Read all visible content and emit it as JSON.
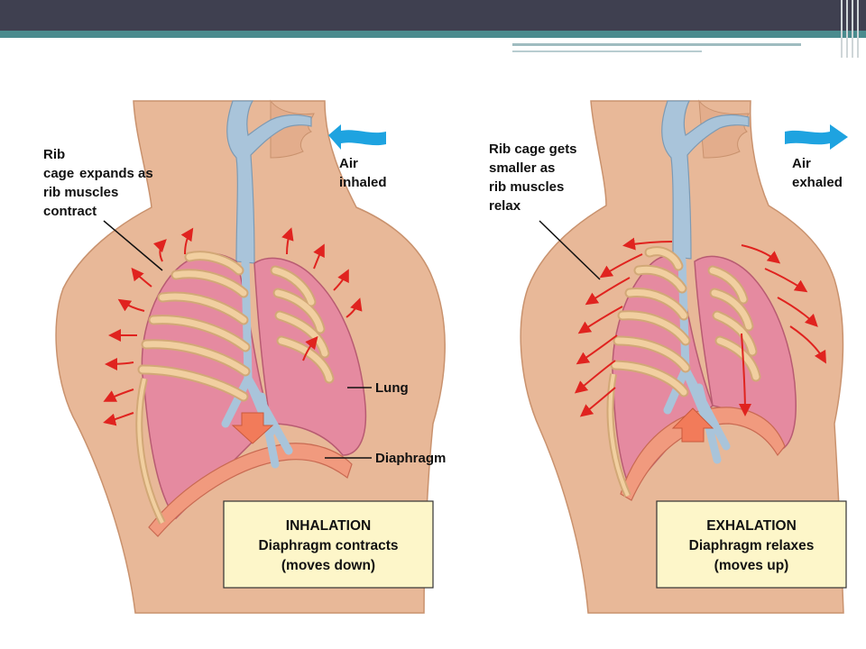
{
  "left_panel": {
    "rib_label": [
      "Rib",
      "cage",
      "expands as",
      "rib muscles",
      "contract"
    ],
    "air_label": [
      "Air",
      "inhaled"
    ],
    "lung_label": "Lung",
    "diaphragm_label": "Diaphragm",
    "box": [
      "INHALATION",
      "Diaphragm contracts",
      "(moves down)"
    ]
  },
  "right_panel": {
    "rib_label": [
      "Rib cage gets",
      "smaller as",
      "rib muscles",
      "relax"
    ],
    "air_label": [
      "Air",
      "exhaled"
    ],
    "box": [
      "EXHALATION",
      "Diaphragm relaxes",
      "(moves up)"
    ]
  },
  "colors": {
    "skin": "#e8b898",
    "lung": "#e58aa0",
    "rib": "#f1cfa0",
    "airway": "#a9c4da",
    "arrow_red": "#e0231f",
    "air_arrow_blue": "#1ea3e0",
    "box_fill": "#fdf6c9",
    "header_dark": "#3f4050",
    "header_teal": "#4a8b8e"
  }
}
